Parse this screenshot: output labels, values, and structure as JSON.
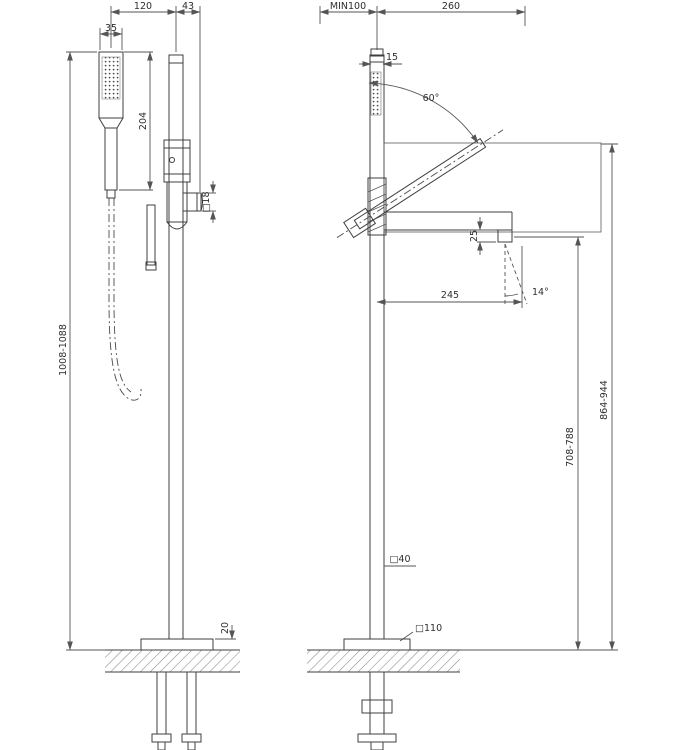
{
  "drawing": {
    "background": "#ffffff",
    "line_color": "#3f3f3f",
    "dim_color": "#555555",
    "views": {
      "front": {
        "dims": {
          "offset_120": "120",
          "spout_43": "43",
          "width_35": "35",
          "length_204": "204",
          "height_range": "1008-1088",
          "section_18": "□18",
          "plate_20": "20"
        }
      },
      "side": {
        "dims": {
          "min_wall": "MIN100",
          "reach_260": "260",
          "top_15": "15",
          "angle_60": "60°",
          "drop_25": "25",
          "reach_245": "245",
          "angle_14": "14°",
          "column_40": "□40",
          "plate_110": "□110",
          "outlet_height": "708-788",
          "top_height": "864-944"
        }
      }
    }
  }
}
